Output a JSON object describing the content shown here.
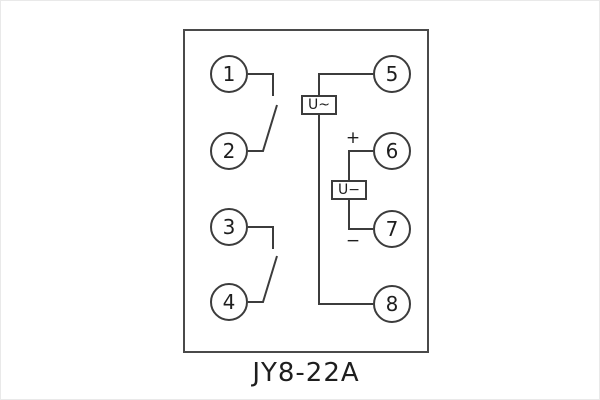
{
  "caption": "JY8-22A",
  "diagram": {
    "terminals": [
      "1",
      "2",
      "3",
      "4",
      "5",
      "6",
      "7",
      "8"
    ],
    "boxes": {
      "ac_source": "U~",
      "dc_source": "U−"
    },
    "polarity": {
      "plus": "+",
      "minus": "−"
    },
    "colors": {
      "line": "#3c3c3c",
      "background": "#ffffff"
    }
  }
}
